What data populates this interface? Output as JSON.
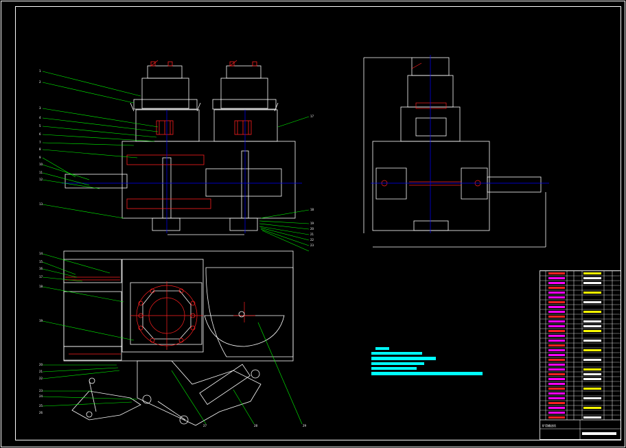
{
  "drawing": {
    "colors": {
      "background": "#000000",
      "outline": "#ffffff",
      "leader": "#00ff00",
      "centerline": "#0000ff",
      "hatch_red": "#ff2020",
      "note_cyan": "#00ffff",
      "table_magenta": "#ff00ff",
      "table_yellow": "#ffff00"
    },
    "balloons_top": [
      "1",
      "2",
      "3",
      "4",
      "5",
      "6",
      "7",
      "8",
      "9",
      "10",
      "11",
      "12",
      "13"
    ],
    "balloons_right_top": [
      "17",
      "18",
      "19",
      "20",
      "21",
      "22",
      "23"
    ],
    "balloons_bottom": [
      "14",
      "15",
      "16",
      "17",
      "18",
      "19",
      "20",
      "21",
      "22",
      "23",
      "24",
      "25",
      "26"
    ],
    "balloons_bottom_right": [
      "27",
      "28",
      "29"
    ],
    "title_block_caption": "矿用输送机"
  }
}
